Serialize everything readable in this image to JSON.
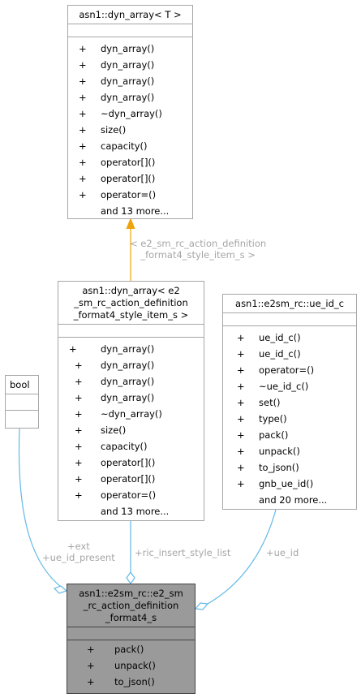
{
  "dyn_array_t": {
    "title": "asn1::dyn_array< T >",
    "methods": [
      "dyn_array()",
      "dyn_array()",
      "dyn_array()",
      "dyn_array()",
      "~dyn_array()",
      "size()",
      "capacity()",
      "operator[]()",
      "operator[]()",
      "operator=()"
    ],
    "more": "and 13 more..."
  },
  "dyn_array_style": {
    "title_lines": [
      "asn1::dyn_array< e2",
      "_sm_rc_action_definition",
      "_format4_style_item_s >"
    ],
    "methods": [
      "dyn_array()",
      "dyn_array()",
      "dyn_array()",
      "dyn_array()",
      "~dyn_array()",
      "size()",
      "capacity()",
      "operator[]()",
      "operator[]()",
      "operator=()"
    ],
    "more": "and 13 more..."
  },
  "ue_id_c": {
    "title": "asn1::e2sm_rc::ue_id_c",
    "methods": [
      "ue_id_c()",
      "ue_id_c()",
      "operator=()",
      "~ue_id_c()",
      "set()",
      "type()",
      "pack()",
      "unpack()",
      "to_json()",
      "gnb_ue_id()"
    ],
    "more": "and 20 more..."
  },
  "bool_box": {
    "title": "bool"
  },
  "main": {
    "title_lines": [
      "asn1::e2sm_rc::e2_sm",
      "_rc_action_definition",
      "_format4_s"
    ],
    "methods": [
      "pack()",
      "unpack()",
      "to_json()"
    ]
  },
  "plus": "+",
  "edges": {
    "template_label_lines": [
      "< e2_sm_rc_action_definition",
      "_format4_style_item_s >"
    ],
    "bool_label_lines": [
      "+ext",
      "+ue_id_present"
    ],
    "list_label": "+ric_insert_style_list",
    "ue_id_label": "+ue_id"
  },
  "colors": {
    "edge": "#63b8e6",
    "template_edge": "#f0a30a",
    "main_fill": "#9a9a9a",
    "border": "#a6a6a6"
  }
}
